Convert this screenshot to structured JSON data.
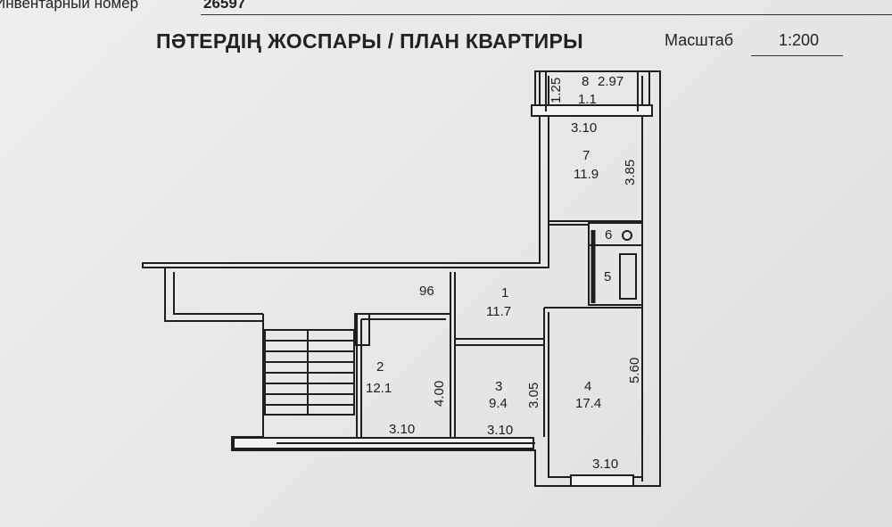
{
  "header": {
    "inventory_label": "Инвентарный номер",
    "inventory_number": "26597",
    "title": "ПӘТЕРДІҢ ЖОСПАРЫ / ПЛАН КВАРТИРЫ",
    "scale_label": "Масштаб",
    "scale_value": "1:200"
  },
  "plan": {
    "corridor_dim": "96",
    "rooms": [
      {
        "number": "1",
        "area": "11.7"
      },
      {
        "number": "2",
        "area": "12.1",
        "dims": [
          "4.00",
          "3.10"
        ]
      },
      {
        "number": "3",
        "area": "9.4",
        "dims": [
          "3.05",
          "3.10"
        ]
      },
      {
        "number": "4",
        "area": "17.4",
        "dims": [
          "5.60",
          "3.10"
        ]
      },
      {
        "number": "5"
      },
      {
        "number": "6"
      },
      {
        "number": "7",
        "area": "11.9",
        "dims": [
          "3.85",
          "3.10"
        ]
      },
      {
        "number": "8",
        "area": "1.1",
        "dims": [
          "2.97",
          "1.25"
        ]
      }
    ]
  }
}
